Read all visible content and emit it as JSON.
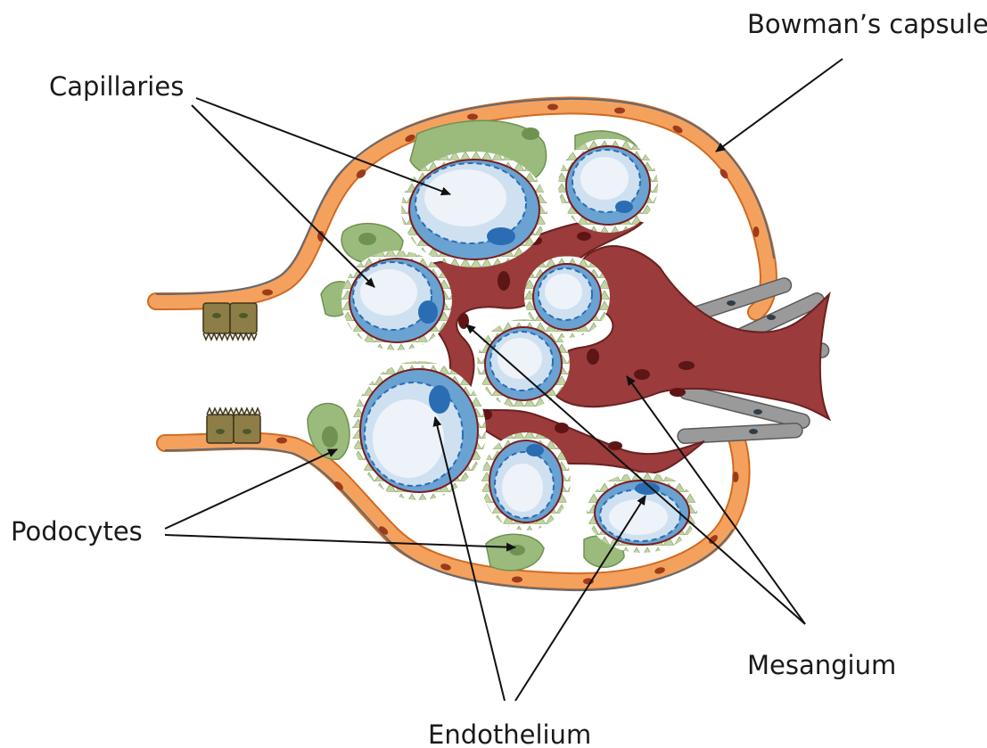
{
  "labels": {
    "bowman": "Bowman’s capsule",
    "capillaries": "Capillaries",
    "podocytes": "Podocytes",
    "mesangium": "Mesangium",
    "endothelium": "Endothelium"
  },
  "colors": {
    "capsule_cell": "#f5a15e",
    "capsule_outline": "#d06a22",
    "capsule_nucleus": "#9c3b1c",
    "podocyte": "#9bbb7c",
    "podocyte_light": "#b8cf9b",
    "podocyte_dark": "#6f9151",
    "foot_process": "#c2d3a4",
    "capillary_blue": "#6aa2d2",
    "capillary_light": "#cfe1f1",
    "lumen": "#eef3f9",
    "endothelium_dark": "#2a6db3",
    "mesangium": "#9b3b3b",
    "mesangium_outline": "#6a2020",
    "mesangium_nucleus": "#5e1515",
    "arteriole": "#9a9a9a",
    "tubule_cell": "#7d6f3f",
    "arrow": "#111111"
  }
}
